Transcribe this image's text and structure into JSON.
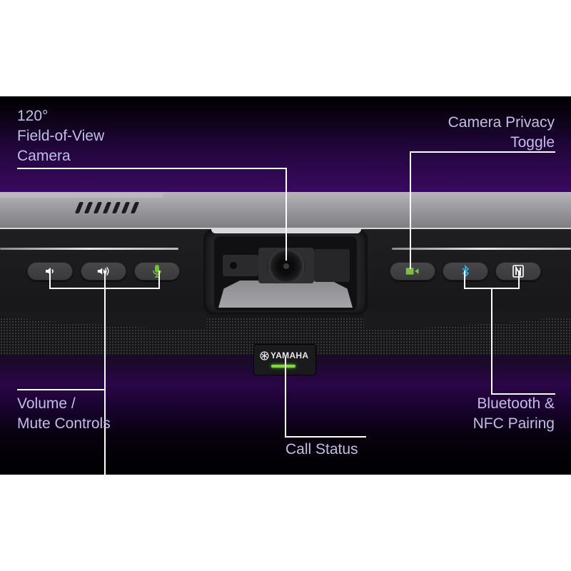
{
  "callouts": {
    "camera": {
      "line1": "120°",
      "line2": "Field-of-View",
      "line3": "Camera"
    },
    "privacy": {
      "line1": "Camera Privacy",
      "line2": "Toggle"
    },
    "volume": {
      "line1": "Volume /",
      "line2": "Mute Controls"
    },
    "bluetooth": {
      "line1": "Bluetooth &",
      "line2": "NFC Pairing"
    },
    "status": {
      "label": "Call Status"
    }
  },
  "device": {
    "brand": "YAMAHA",
    "left_buttons": [
      {
        "icon": "volume-down-icon"
      },
      {
        "icon": "volume-up-icon"
      },
      {
        "icon": "microphone-mute-icon",
        "color": "#6cc72c"
      }
    ],
    "right_buttons": [
      {
        "icon": "video-camera-icon",
        "color": "#7ac143"
      },
      {
        "icon": "bluetooth-icon",
        "color": "#33a8e6"
      },
      {
        "icon": "nfc-icon",
        "color": "#ffffff"
      }
    ],
    "status_led_color": "#7ed93b"
  },
  "colors": {
    "label_text": "#c2bde6",
    "background_purple": "#3a0a62",
    "callout_line": "#ffffff"
  }
}
